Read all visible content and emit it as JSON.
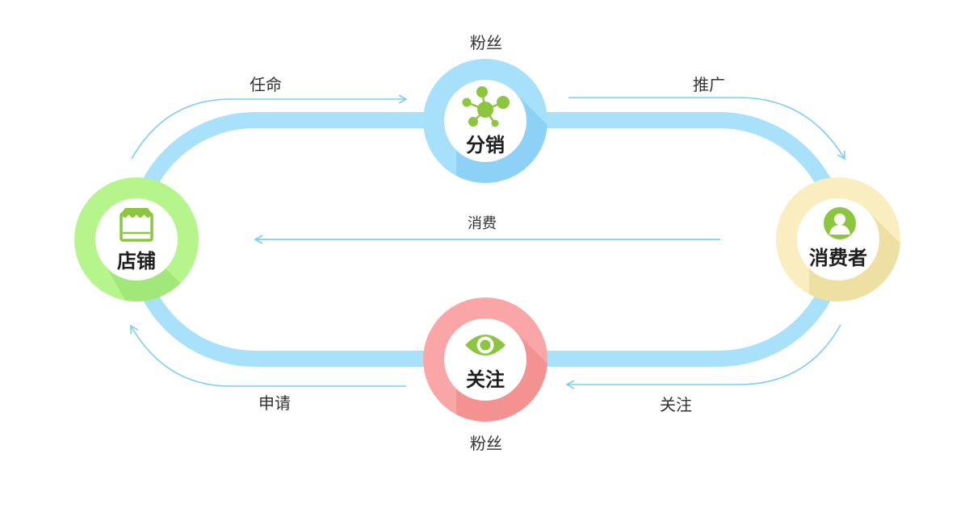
{
  "nodes": {
    "store": {
      "label": "店铺"
    },
    "distribution": {
      "label": "分销"
    },
    "consumer": {
      "label": "消费者"
    },
    "follow": {
      "label": "关注"
    }
  },
  "arrows": {
    "appoint": "任命",
    "promote": "推广",
    "consume": "消费",
    "apply": "申请",
    "follow": "关注"
  },
  "fans_top": "粉丝",
  "fans_bottom": "粉丝",
  "colors": {
    "track": "#a9e1fb",
    "arrow": "#7fcdf0",
    "store_ring": "#b5f58c",
    "store_shade": "#a2e77a",
    "distribution_ring": "#a6e0fb",
    "distribution_shade": "#8dd1f6",
    "consumer_ring": "#faeec0",
    "consumer_shade": "#ede0a2",
    "follow_ring": "#fba6a6",
    "follow_shade": "#f49292",
    "icon_green": "#8cc63f",
    "inner": "#ffffff"
  },
  "icons": {
    "store": "storefront-icon",
    "distribution": "network-icon",
    "consumer": "user-icon",
    "follow": "eye-icon"
  }
}
